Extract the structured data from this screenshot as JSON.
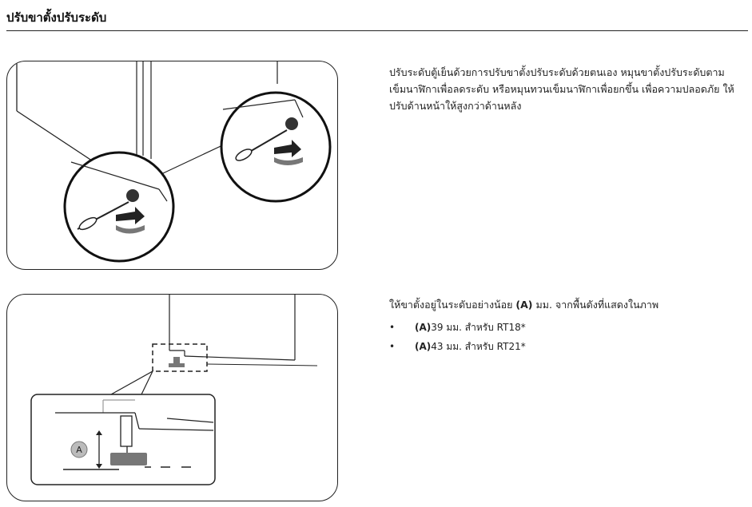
{
  "section_title": "ปรับขาตั้งปรับระดับ",
  "instruction_text": "ปรับระดับตู้เย็นด้วยการปรับขาตั้งปรับระดับด้วยตนเอง หมุนขาตั้งปรับระดับตามเข็มนาฬิกาเพื่อลดระดับ หรือหมุนทวนเข็มนาฬิกาเพื่อยกขึ้น เพื่อความปลอดภัย ให้ปรับด้านหน้าให้สูงกว่าด้านหลัง",
  "height_spec": {
    "intro_before": "ให้ขาตั้งอยู่ในระดับอย่างน้อย ",
    "intro_marker": "(A)",
    "intro_after": " มม. จากพื้นดังที่แสดงในภาพ",
    "bullet": "•",
    "items": [
      {
        "marker": "(A)",
        "text": " 39 มม. สำหรับ RT18*"
      },
      {
        "marker": "(A)",
        "text": " 43 มม. สำหรับ RT21*"
      }
    ]
  },
  "diagram": {
    "label_a": "A"
  }
}
